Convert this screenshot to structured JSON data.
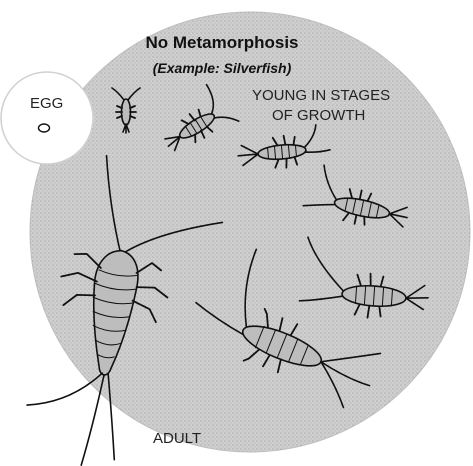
{
  "title": "No Metamorphosis",
  "subtitle": "(Example: Silverfish)",
  "labels": {
    "egg": "EGG",
    "young_line1": "YOUNG IN STAGES",
    "young_line2": "OF GROWTH",
    "adult": "ADULT"
  },
  "colors": {
    "background_circle": "#c8c8c8",
    "egg_bubble": "#ffffff",
    "insect_fill": "#bdbdbd",
    "outline": "#111111"
  }
}
